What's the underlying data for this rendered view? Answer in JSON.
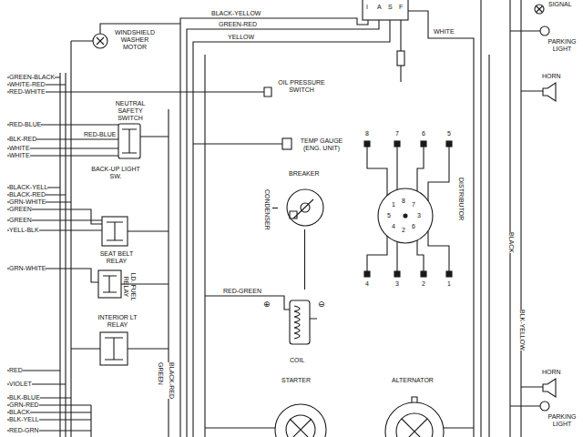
{
  "diagram": {
    "nodes": [
      {
        "text": [
          "WINDSHIELD WASHER MOTOR"
        ]
      },
      {
        "text": [
          "OIL PRESSURE SWITCH"
        ]
      },
      {
        "text": [
          "NEUTRAL SAFETY SWITCH",
          "BACK-UP LIGHT SW."
        ]
      },
      {
        "text": [
          "TEMP GAUGE (ENG. UNIT)"
        ]
      },
      {
        "text": [
          "BREAKER"
        ]
      },
      {
        "text": [
          "CONDENSER"
        ]
      },
      {
        "text": [
          "DISTRIBUTOR",
          "1",
          "8",
          "7",
          "5",
          "3",
          "4",
          "2",
          "6"
        ]
      },
      {
        "text": [
          "SEAT BELT RELAY"
        ]
      },
      {
        "text": [
          "LD. FUEL RELAY"
        ]
      },
      {
        "text": [
          "INTERIOR LT RELAY"
        ]
      },
      {
        "text": [
          "⊕",
          "⊖",
          "COIL"
        ]
      },
      {
        "text": [
          "STARTER"
        ]
      },
      {
        "text": [
          "ALTERNATOR"
        ]
      },
      {
        "text": [
          "HORN"
        ]
      },
      {
        "text": [
          "PARKING LIGHT"
        ]
      },
      {
        "text": [
          "HORN"
        ]
      },
      {
        "text": [
          "PARKING LIGHT"
        ]
      }
    ],
    "edges": [
      {
        "from": 4,
        "to": 10,
        "arrow": "none"
      },
      {
        "from": 5,
        "to": 4,
        "arrow": "none"
      }
    ],
    "labels": [
      "BLACK-YELLOW",
      "GREEN-RED",
      "YELLOW",
      "I",
      "A",
      "S",
      "F",
      "WHITE",
      "SIGNAL",
      "GREEN-BLACK",
      "WHITE-RED",
      "RED-WHITE",
      "RED-BLUE",
      "RED-BLUE",
      "BLK-RED",
      "WHITE",
      "WHITE",
      "8",
      "7",
      "6",
      "5",
      "BLACK-YELL",
      "BLACK-RED",
      "GRN-WHITE",
      "GREEN",
      "GREEN",
      "YELL-BLK",
      "BLACK",
      "GRN-WHITE",
      "4",
      "3",
      "2",
      "1",
      "RED-GREEN",
      "GREEN",
      "BLACK-RED",
      "RED",
      "VIOLET",
      "BLK-BLUE",
      "GRN-RED",
      "BLACK",
      "BLK-YELL",
      "RED-GRN",
      "BLK-YELLOW"
    ]
  }
}
